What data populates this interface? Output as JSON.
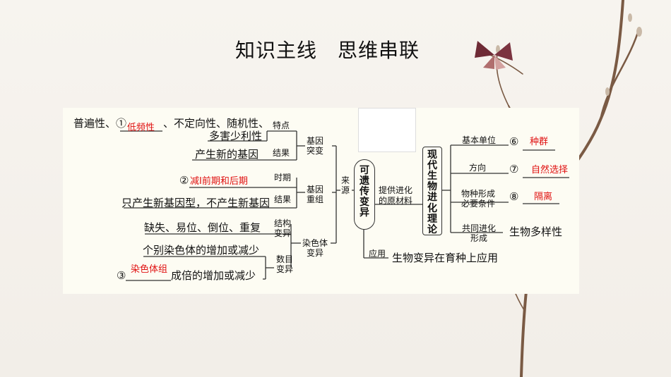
{
  "title": "知识主线　思维串联",
  "diagram": {
    "mutation": {
      "line1_prefix": "普遍性、①",
      "answer1": "低频性",
      "line1_suffix": "、不定向性、随机性、",
      "line2": "多害少利性",
      "feature": "特点",
      "result": "结果",
      "result_text": "产生新的基因",
      "node": [
        "基因",
        "突变"
      ]
    },
    "recombination": {
      "answer2_num": "②",
      "answer2": "减Ⅰ前期和后期",
      "period": "时期",
      "result": "结果",
      "result_text": "只产生新基因型，不产生新基因",
      "node": [
        "基因",
        "重组"
      ]
    },
    "chromosome": {
      "structure_text": "缺失、易位、倒位、重复",
      "structure_label": [
        "结构",
        "变异"
      ],
      "individual_text": "个别染色体的增加或减少",
      "answer3_num": "③",
      "answer3": "染色体组",
      "set_text": "成倍的增加或减少",
      "number_label": [
        "数目",
        "变异"
      ],
      "node": [
        "染色体",
        "变异"
      ]
    },
    "source": [
      "来",
      "源"
    ],
    "center": "可遗传变异",
    "provide": [
      "提供进化",
      "的原材料"
    ],
    "apply_label": "应用",
    "apply_text": "生物变异在育种上应用",
    "theory": "现代生物进化理论",
    "evolution": {
      "unit_label": "基本单位",
      "q6": "⑥",
      "answer6": "种群",
      "direction_label": "方向",
      "q7": "⑦",
      "answer7": "自然选择",
      "species_label": [
        "物种形成",
        "必要条件"
      ],
      "q8": "⑧",
      "answer8": "隔离",
      "coevolution_label": [
        "共同进化",
        "形成"
      ],
      "coevolution_text": "生物多样性"
    }
  }
}
